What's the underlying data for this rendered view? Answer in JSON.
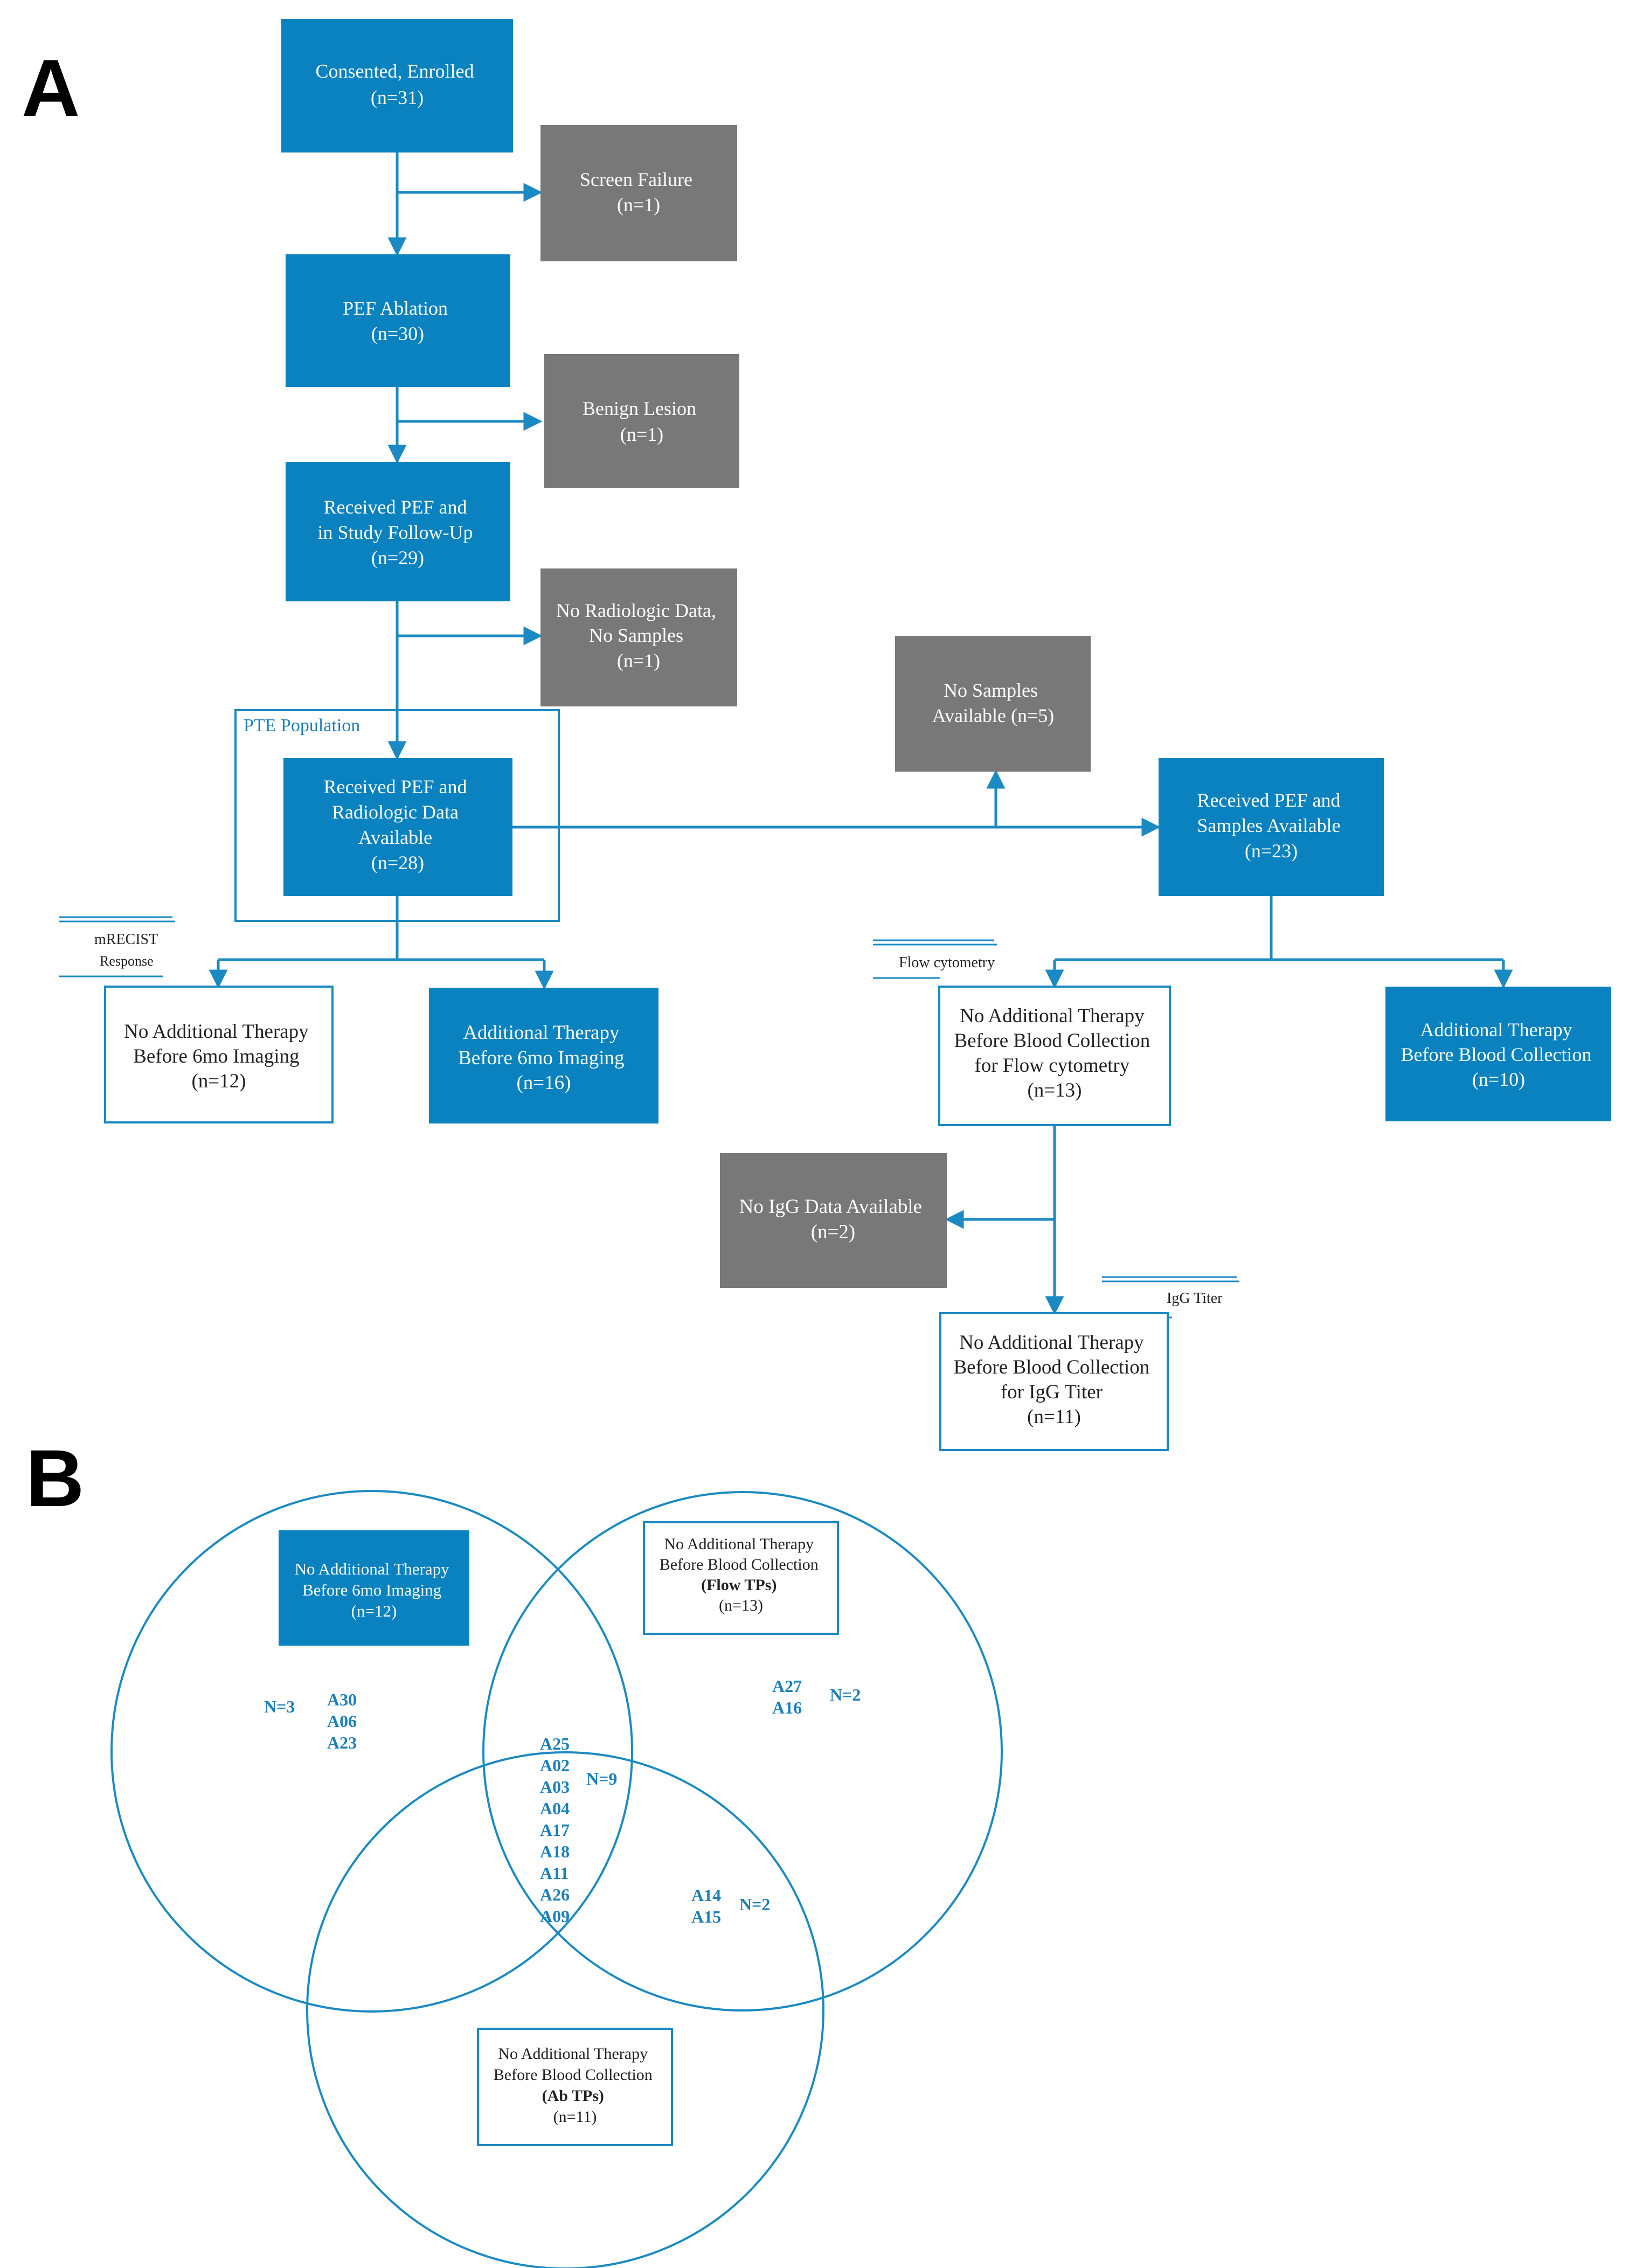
{
  "colors": {
    "blue": "#0a82bf",
    "gray": "#787878",
    "line": "#1b8ac3",
    "text_blue": "#1b7fbc"
  },
  "panel_a": {
    "label": "A",
    "consented": {
      "title": "Consented, Enrolled",
      "n": "(n=31)"
    },
    "screen_failure": {
      "title": "Screen Failure",
      "n": "(n=1)"
    },
    "pef_ablation": {
      "title": "PEF Ablation",
      "n": "(n=30)"
    },
    "benign_lesion": {
      "title": "Benign Lesion",
      "n": "(n=1)"
    },
    "received_followup": {
      "line1": "Received PEF and",
      "line2": "in Study Follow-Up",
      "n": "(n=29)"
    },
    "no_radiologic": {
      "line1": "No Radiologic Data,",
      "line2": "No Samples",
      "n": "(n=1)"
    },
    "pte_population": "PTE Population",
    "received_radiologic": {
      "line1": "Received PEF and",
      "line2": "Radiologic Data",
      "line3": "Available",
      "n": "(n=28)"
    },
    "no_samples": {
      "line1": "No Samples",
      "line2": "Available (n=5)"
    },
    "received_samples": {
      "line1": "Received PEF and",
      "line2": "Samples Available",
      "n": "(n=23)"
    },
    "mrecist_tag": {
      "line1": "mRECIST",
      "line2": "Response"
    },
    "flow_tag": "Flow cytometry",
    "igg_tag": "IgG Titer",
    "no_add_imaging": {
      "line1": "No Additional Therapy",
      "line2": "Before 6mo Imaging",
      "n": "(n=12)"
    },
    "add_imaging": {
      "line1": "Additional Therapy",
      "line2": "Before 6mo Imaging",
      "n": "(n=16)"
    },
    "no_add_flow": {
      "line1": "No Additional Therapy",
      "line2": "Before Blood Collection",
      "line3": "for Flow cytometry",
      "n": "(n=13)"
    },
    "add_blood": {
      "line1": "Additional Therapy",
      "line2": "Before Blood Collection",
      "n": "(n=10)"
    },
    "no_igg": {
      "title": "No IgG Data Available",
      "n": "(n=2)"
    },
    "no_add_igg": {
      "line1": "No Additional Therapy",
      "line2": "Before Blood Collection",
      "line3": "for IgG Titer",
      "n": "(n=11)"
    }
  },
  "panel_b": {
    "label": "B",
    "imaging_box": {
      "line1": "No Additional Therapy",
      "line2": "Before 6mo Imaging",
      "n": "(n=12)"
    },
    "flow_box": {
      "line1": "No Additional Therapy",
      "line2": "Before Blood Collection",
      "line3": "(Flow TPs)",
      "n": "(n=13)"
    },
    "ab_box": {
      "line1": "No Additional Therapy",
      "line2": "Before Blood Collection",
      "line3": "(Ab TPs)",
      "n": "(n=11)"
    },
    "imaging_only": {
      "count": "N=3",
      "ids": [
        "A30",
        "A06",
        "A23"
      ]
    },
    "flow_only": {
      "count": "N=2",
      "ids": [
        "A27",
        "A16"
      ]
    },
    "center": {
      "count": "N=9",
      "ids": [
        "A25",
        "A02",
        "A03",
        "A04",
        "A17",
        "A18",
        "A11",
        "A26",
        "A09"
      ]
    },
    "flow_ab": {
      "count": "N=2",
      "ids": [
        "A14",
        "A15"
      ]
    }
  }
}
